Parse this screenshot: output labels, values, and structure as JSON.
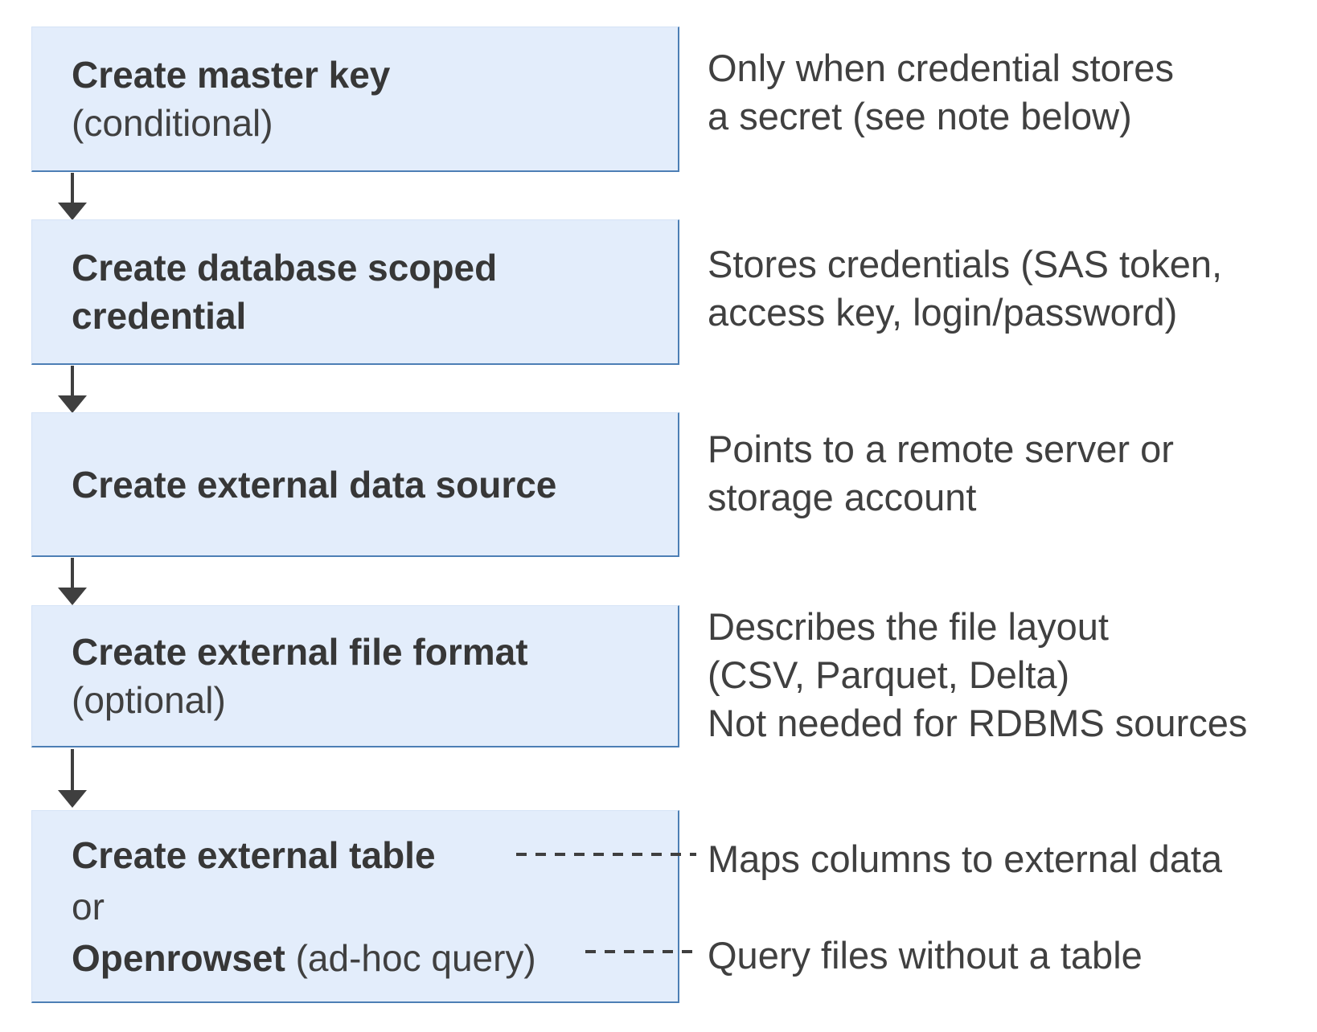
{
  "colors": {
    "box_fill": "#e3edfb",
    "box_border": "#4d7fb5",
    "arrow": "#3f3f3f",
    "text": "#404040"
  },
  "boxes": [
    {
      "title": "Create master key",
      "subtitle": "(conditional)",
      "note": [
        "Only when credential stores",
        "a secret (see note below)"
      ]
    },
    {
      "title": "Create database scoped credential",
      "note": [
        "Stores credentials (SAS token,",
        "access key, login/password)"
      ]
    },
    {
      "title": "Create external data source",
      "note": [
        "Points to a remote server or",
        "storage account"
      ]
    },
    {
      "title": "Create external file format",
      "subtitle": "(optional)",
      "note": [
        "Describes the file layout",
        "(CSV, Parquet, Delta)",
        "Not needed for RDBMS sources"
      ]
    }
  ],
  "final_box": {
    "option1": "Create external table",
    "connector": "or",
    "option2": "Openrowset",
    "option2_suffix": " (ad-hoc query)",
    "note1": "Maps columns to external data",
    "note2": "Query files without a table"
  }
}
